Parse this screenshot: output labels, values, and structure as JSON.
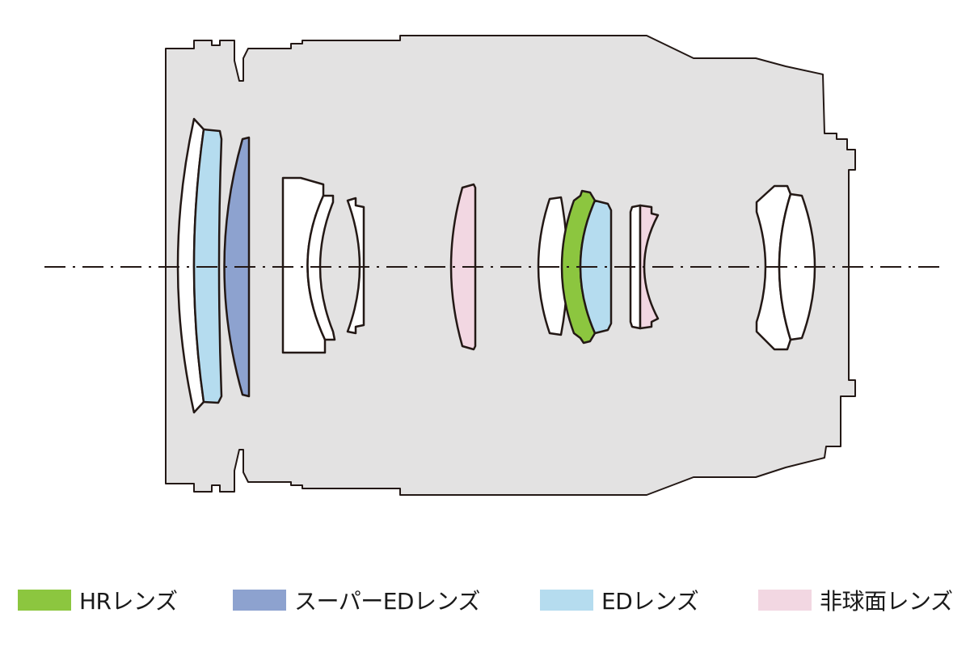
{
  "colors": {
    "barrel_fill": "#e3e2e2",
    "outline": "#231815",
    "plain_lens": "#ffffff",
    "hr_lens": "#8cc63f",
    "super_ed_lens": "#8da2cf",
    "ed_lens": "#b5dcef",
    "aspherical_lens": "#f2d7e2"
  },
  "legend": [
    {
      "label": "HRレンズ",
      "color": "#8cc63f",
      "icon": "hr-lens-swatch"
    },
    {
      "label": "スーパーEDレンズ",
      "color": "#8da2cf",
      "icon": "super-ed-lens-swatch"
    },
    {
      "label": "EDレンズ",
      "color": "#b5dcef",
      "icon": "ed-lens-swatch"
    },
    {
      "label": "非球面レンズ",
      "color": "#f2d7e2",
      "icon": "aspherical-lens-swatch"
    }
  ],
  "lens_elements": [
    {
      "group": 1,
      "type": "plain"
    },
    {
      "group": 1,
      "type": "ed"
    },
    {
      "group": 1,
      "type": "super_ed"
    },
    {
      "group": 2,
      "type": "plain"
    },
    {
      "group": 2,
      "type": "plain"
    },
    {
      "group": 2,
      "type": "plain"
    },
    {
      "group": 3,
      "type": "aspherical"
    },
    {
      "group": 4,
      "type": "plain"
    },
    {
      "group": 4,
      "type": "hr"
    },
    {
      "group": 4,
      "type": "ed"
    },
    {
      "group": 5,
      "type": "plain"
    },
    {
      "group": 5,
      "type": "aspherical"
    },
    {
      "group": 6,
      "type": "plain"
    },
    {
      "group": 6,
      "type": "plain"
    }
  ]
}
